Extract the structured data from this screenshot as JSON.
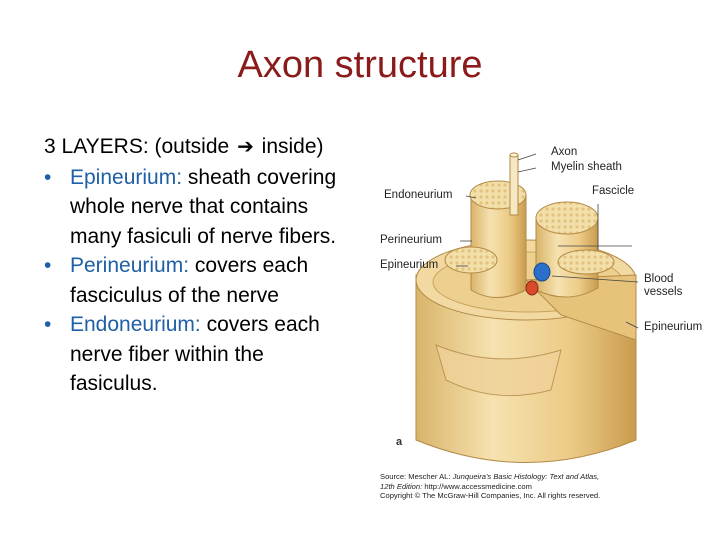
{
  "slide": {
    "title": "Axon structure",
    "intro_prefix": "3 LAYERS: (outside",
    "intro_suffix": "inside)",
    "layers": [
      {
        "term": "Epineurium:",
        "description": " sheath covering whole nerve that contains many fasiculi of nerve fibers."
      },
      {
        "term": "Perineurium:",
        "description": " covers each fasciculus of the nerve"
      },
      {
        "term": "Endoneurium:",
        "description": " covers each nerve fiber within the fasiculus."
      }
    ]
  },
  "figure": {
    "labels": {
      "axon": "Axon",
      "myelin_sheath": "Myelin sheath",
      "endoneurium": "Endoneurium",
      "fascicle": "Fascicle",
      "perineurium": "Perineurium",
      "epineurium_left": "Epineurium",
      "blood_vessels_line1": "Blood",
      "blood_vessels_line2": "vessels",
      "epineurium_right": "Epineurium",
      "panel_letter": "a"
    },
    "source": {
      "line1_prefix": "Source: Mescher AL:",
      "line1_italic": "Junqueira's Basic Histology: Text and Atlas,",
      "line2_italic": "12th Edition:",
      "line2_suffix": "http://www.accessmedicine.com",
      "line3": "Copyright © The McGraw-Hill Companies, Inc. All rights reserved."
    },
    "colors": {
      "tissue": "#f0d59a",
      "tissue_dark": "#d9b46a",
      "vein": "#2a6fc9",
      "artery": "#d84a2a"
    }
  }
}
